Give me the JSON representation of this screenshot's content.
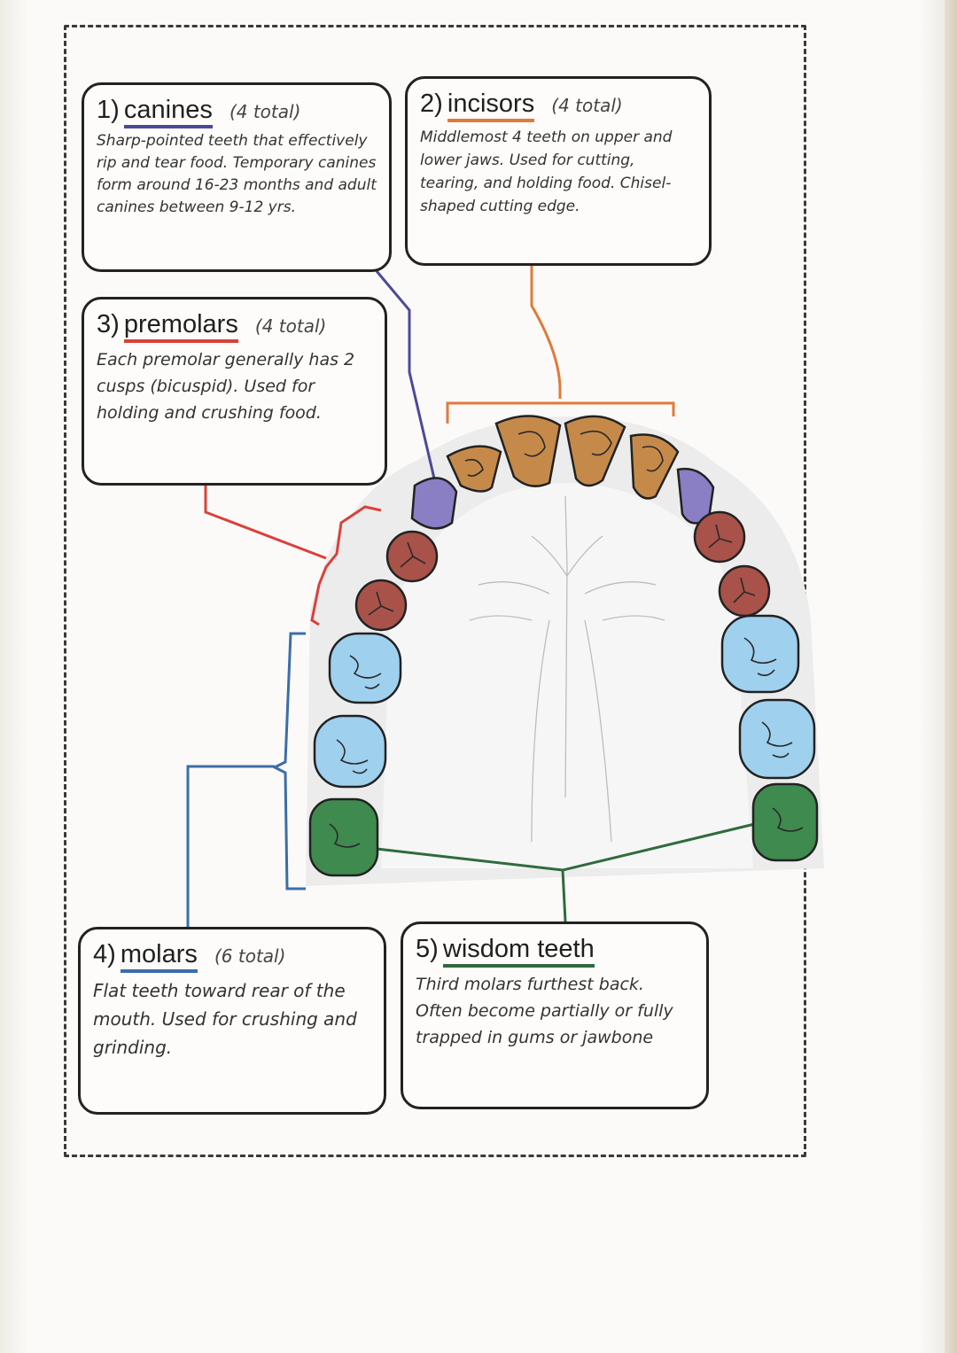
{
  "colors": {
    "canine": "#8a7fc4",
    "incisor": "#c58a4a",
    "premolar": "#a8524a",
    "molar": "#9fd0ee",
    "wisdom": "#3f8a4e",
    "canine_line": "#4b4a9a",
    "incisor_line": "#e07a3a",
    "premolar_line": "#d9413a",
    "molar_line": "#3b6ea8",
    "wisdom_line": "#2f6b3d"
  },
  "boxes": {
    "canines": {
      "number": "1)",
      "title": "canines",
      "count": "(4 total)",
      "desc": "Sharp-pointed teeth that effectively rip and tear food. Temporary canines form around 16-23 months and adult canines between 9-12 yrs."
    },
    "incisors": {
      "number": "2)",
      "title": "incisors",
      "count": "(4 total)",
      "desc": "Middlemost 4 teeth on upper and lower jaws. Used for cutting, tearing, and holding food. Chisel-shaped cutting edge."
    },
    "premolars": {
      "number": "3)",
      "title": "premolars",
      "count": "(4 total)",
      "desc": "Each premolar generally has 2 cusps (bicuspid). Used for holding and crushing food."
    },
    "molars": {
      "number": "4)",
      "title": "molars",
      "count": "(6 total)",
      "desc": "Flat teeth toward rear of the mouth. Used for crushing and grinding."
    },
    "wisdom": {
      "number": "5)",
      "title": "wisdom teeth",
      "count": "",
      "desc": "Third molars furthest back. Often become partially or fully trapped in gums or jawbone"
    }
  }
}
